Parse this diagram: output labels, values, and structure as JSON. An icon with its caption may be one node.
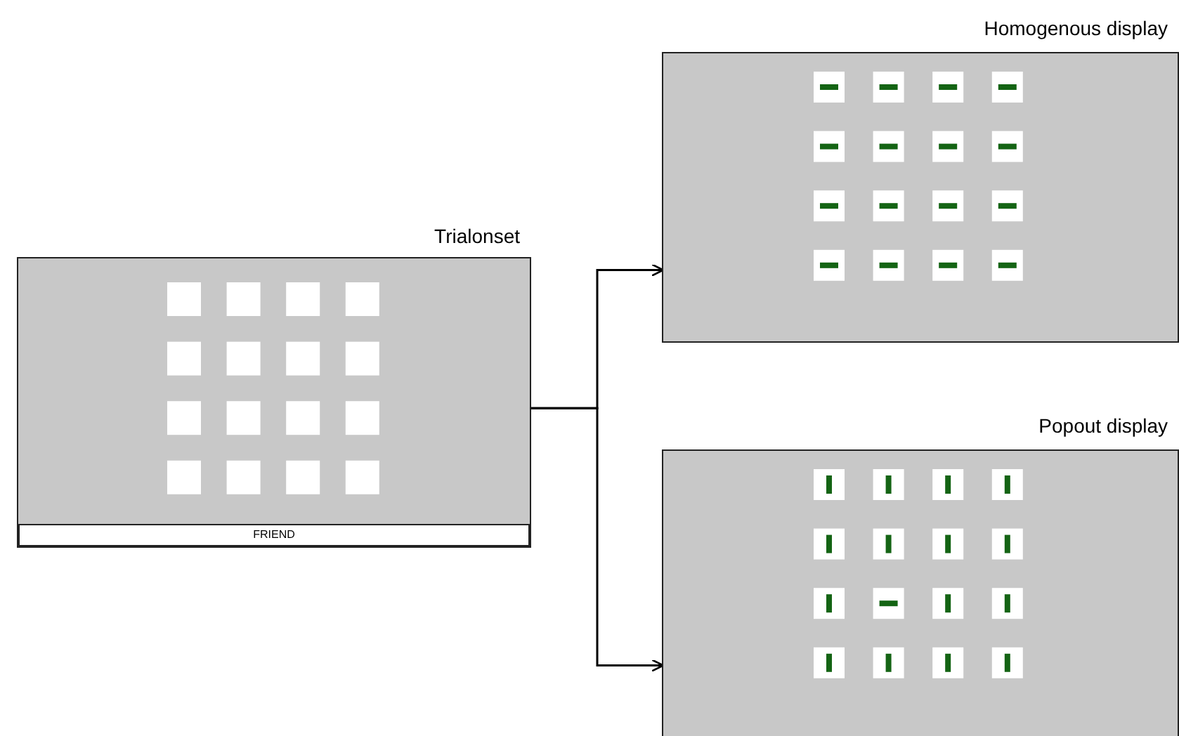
{
  "diagram": {
    "nodes": [
      {
        "text": [
          "Trialonset"
        ]
      },
      {
        "text": [
          "FRIEND"
        ],
        "in": 0
      },
      {
        "text": [
          "Homogenous display"
        ]
      },
      {
        "text": [
          "Popout display"
        ]
      }
    ],
    "edges": [
      {
        "from": 0,
        "to": 2,
        "arrow": "to"
      },
      {
        "from": 0,
        "to": 3,
        "arrow": "to"
      }
    ]
  }
}
